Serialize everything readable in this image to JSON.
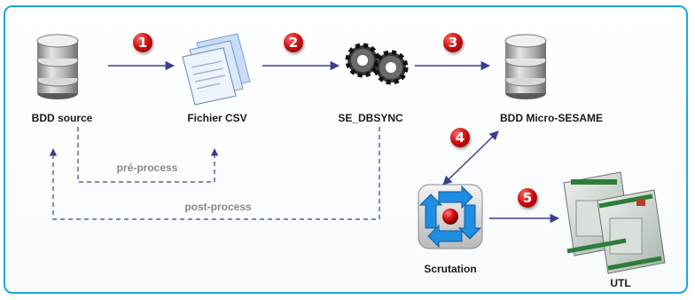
{
  "nodes": {
    "bdd_source": "BDD source",
    "fichier_csv": "Fichier CSV",
    "se_dbsync": "SE_DBSYNC",
    "bdd_micro": "BDD Micro-SESAME",
    "scrutation": "Scrutation",
    "utl": "UTL"
  },
  "flows": {
    "pre_process": "pré-process",
    "post_process": "post-process"
  },
  "steps": [
    "1",
    "2",
    "3",
    "4",
    "5"
  ],
  "colors": {
    "frame": "#17a9e1",
    "arrow": "#3d3d8f",
    "badge": "#d11010",
    "dashed": "#3d3d8f"
  }
}
